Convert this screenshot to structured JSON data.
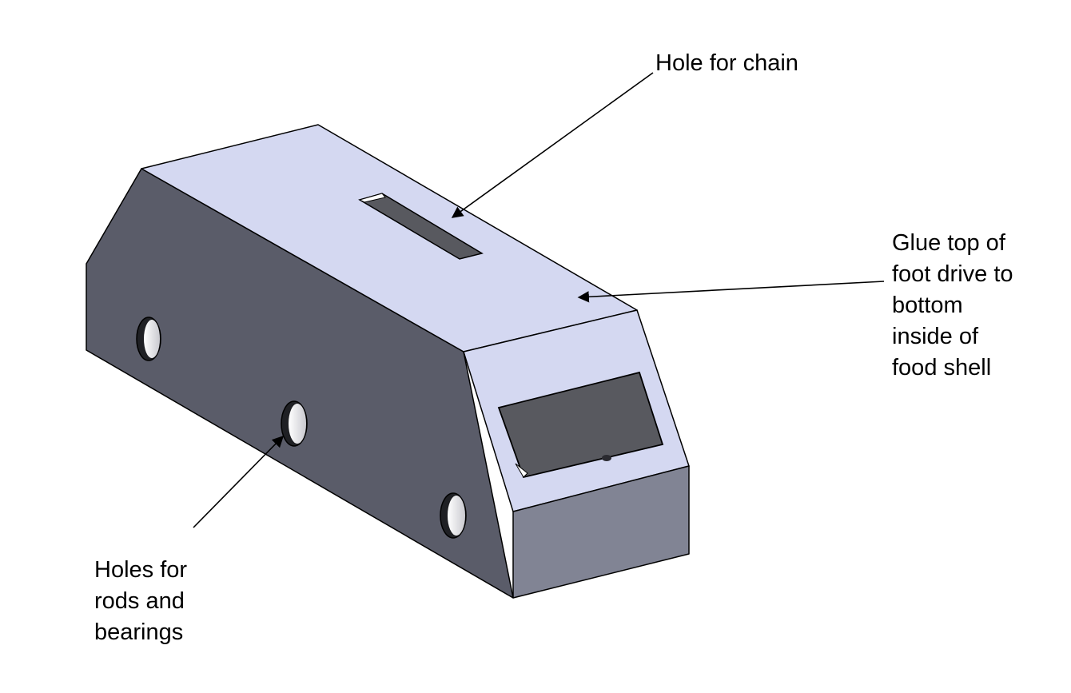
{
  "annotations": {
    "chain_hole": {
      "lines": [
        "Hole for chain"
      ]
    },
    "glue_note": {
      "lines": [
        "Glue top of",
        "foot drive to",
        "bottom",
        "inside of",
        "food shell"
      ]
    },
    "rod_holes": {
      "lines": [
        "Holes for",
        "rods and",
        "bearings"
      ]
    }
  },
  "colors": {
    "top_face": "#d4d8f1",
    "side_face": "#5a5c69",
    "end_face": "#818494",
    "slot_interior": "#58595f",
    "hole_interior": "#ffffff",
    "edge": "#000000"
  }
}
